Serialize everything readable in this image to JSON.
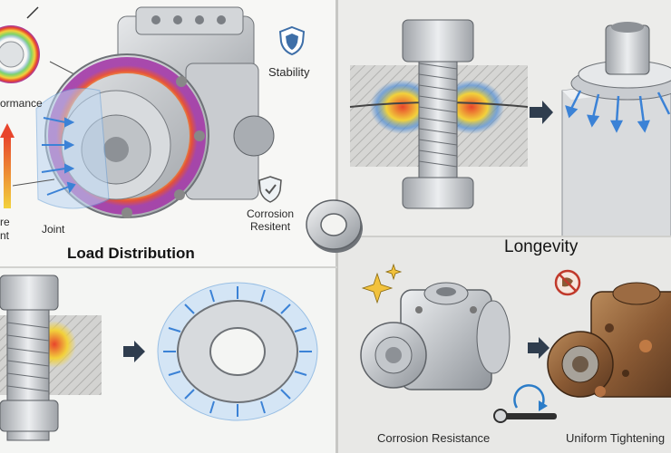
{
  "top_left": {
    "label_performance": "ormance",
    "label_stability": "Stability",
    "label_corrosion": "Corrosion\nResitent",
    "label_pressure": "re\nnt",
    "label_joint": "Joint"
  },
  "section_titles": {
    "load_distribution": "Load Distribution",
    "longevity": "Longevity"
  },
  "bottom_right": {
    "label_corrosion_resistance": "Corrosion Resistance",
    "label_uniform_tightening": "Uniform Tightening"
  },
  "icons": [
    "shield-icon",
    "shield-icon",
    "arrow-right-icon",
    "sparkle-icon",
    "no-rust-icon",
    "wrench-icon",
    "rotate-arrow-icon"
  ],
  "colors": {
    "heat_red": "#e8452c",
    "heat_yellow": "#f2d23c",
    "heat_blue": "#3b82d6",
    "metal": "#b9bcc0",
    "rust": "#8a5a34",
    "dark_arrow": "#2f3d4e"
  }
}
